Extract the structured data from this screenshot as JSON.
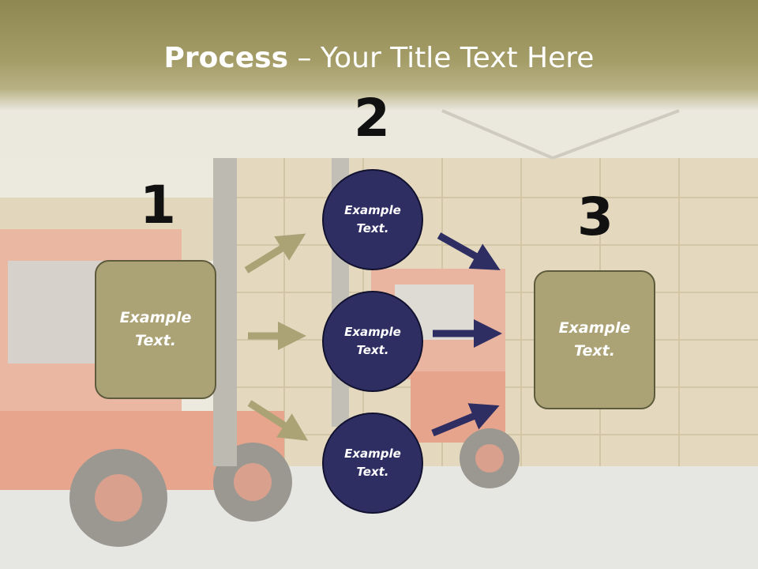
{
  "title": {
    "bold": "Process",
    "rest": " – Your Title Text Here"
  },
  "steps": {
    "n1": "1",
    "n2": "2",
    "n3": "3"
  },
  "left_box": {
    "text": "Example Text."
  },
  "right_box": {
    "text": "Example Text."
  },
  "circles": [
    {
      "text": "Example Text."
    },
    {
      "text": "Example Text."
    },
    {
      "text": "Example Text."
    }
  ],
  "colors": {
    "title_band": "#a59d68",
    "box_fill": "#aba275",
    "circle_fill": "#2e2e63",
    "arrow_tan": "#aba275",
    "arrow_navy": "#2e2e63"
  }
}
